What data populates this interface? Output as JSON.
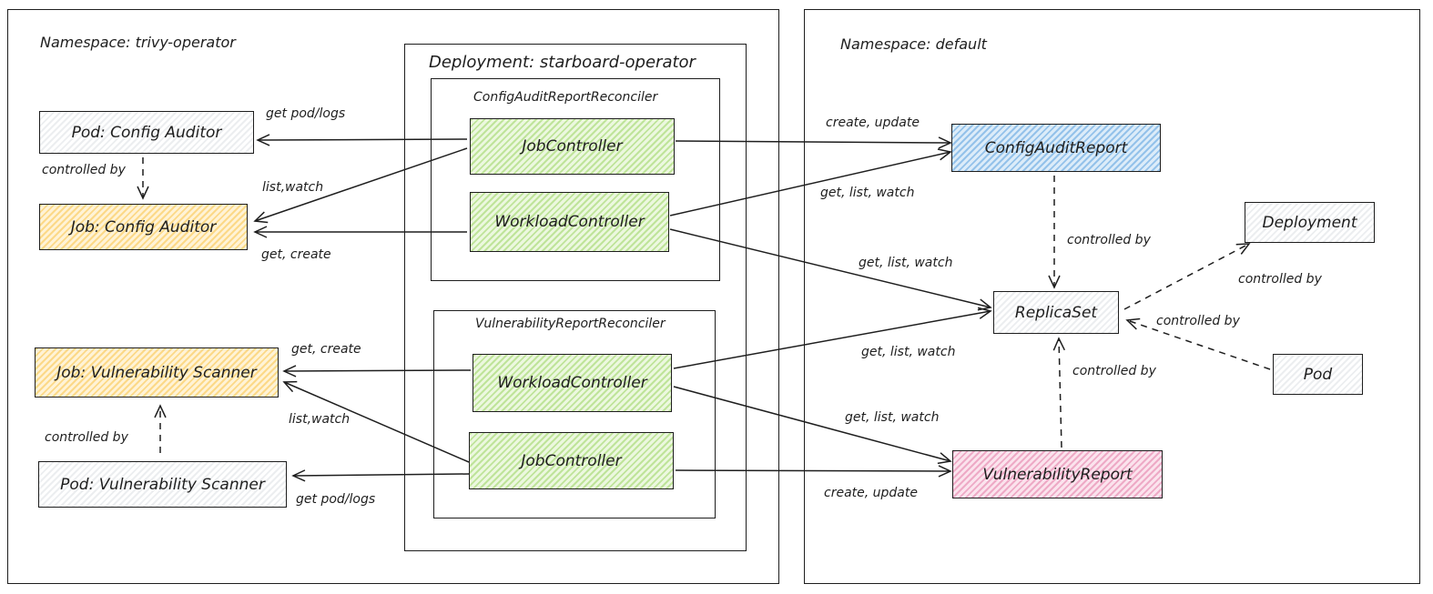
{
  "namespaces": {
    "left": "Namespace: trivy-operator",
    "right": "Namespace: default"
  },
  "deployment": {
    "title": "Deployment: starboard-operator",
    "config_reconciler": "ConfigAuditReportReconciler",
    "vuln_reconciler": "VulnerabilityReportReconciler"
  },
  "nodes": {
    "pod_config_auditor": "Pod: Config Auditor",
    "job_config_auditor": "Job: Config Auditor",
    "job_vuln_scanner": "Job: Vulnerability Scanner",
    "pod_vuln_scanner": "Pod: Vulnerability Scanner",
    "ca_job_controller": "JobController",
    "ca_workload_controller": "WorkloadController",
    "vr_workload_controller": "WorkloadController",
    "vr_job_controller": "JobController",
    "config_audit_report": "ConfigAuditReport",
    "replicaset": "ReplicaSet",
    "vulnerability_report": "VulnerabilityReport",
    "k8s_deployment": "Deployment",
    "k8s_pod": "Pod"
  },
  "edges": {
    "get_pod_logs_top": "get pod/logs",
    "controlled_by_ca": "controlled by",
    "list_watch_top": "list,watch",
    "get_create_top": "get, create",
    "get_create_bottom": "get, create",
    "list_watch_bottom": "list,watch",
    "controlled_by_vs": "controlled by",
    "get_pod_logs_bottom": "get pod/logs",
    "create_update_top": "create, update",
    "get_list_watch_car": "get, list, watch",
    "get_list_watch_rs_top": "get, list, watch",
    "get_list_watch_rs_bottom": "get, list, watch",
    "get_list_watch_vr": "get, list, watch",
    "create_update_bottom": "create, update",
    "controlled_by_car_rs": "controlled by",
    "controlled_by_vr_rs": "controlled by",
    "controlled_by_rs_deploy": "controlled by",
    "controlled_by_pod_rs": "controlled by"
  },
  "colors": {
    "stroke": "#1e1e1e",
    "gray": "#eceef0",
    "orange": "#fcd988",
    "green": "#bfe49a",
    "blue": "#94c2ea",
    "pink": "#eeaac6"
  }
}
